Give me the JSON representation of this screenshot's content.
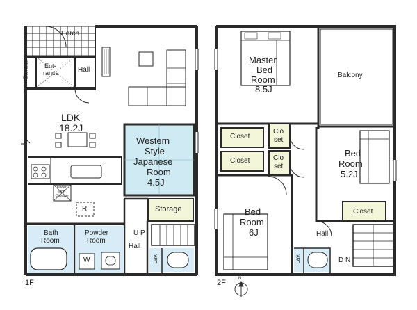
{
  "floor1": {
    "floor_label": "1F",
    "rooms": {
      "porch": "Porch",
      "entrance": [
        "Ent-",
        "rance"
      ],
      "storage_vertical": "Storage",
      "hall_top": "Hall",
      "ldk": [
        "LDK",
        "18.2J"
      ],
      "western_japanese": [
        "Western",
        "Style",
        "Japanese",
        "Room",
        "4.5J"
      ],
      "storage": "Storage",
      "bath": [
        "Bath",
        "Room"
      ],
      "powder": [
        "Powder",
        "Room"
      ],
      "hall_bottom": "Hall",
      "up": "U P",
      "lav": "Lav.",
      "underfloor": [
        "Under",
        "floor",
        "Storage"
      ],
      "w": "W",
      "r": "R"
    }
  },
  "floor2": {
    "floor_label": "2F",
    "rooms": {
      "master": [
        "Master",
        "Bed",
        "Room",
        "8.5J"
      ],
      "balcony": "Balcony",
      "closet1": "Closet",
      "closet2": "Closet",
      "closet_small1": [
        "Clo",
        "set"
      ],
      "closet_small2": [
        "Clo",
        "set"
      ],
      "bed52": [
        "Bed",
        "Room",
        "5.2J"
      ],
      "closet3": "Closet",
      "bed6": [
        "Bed",
        "Room",
        "6J"
      ],
      "hall": "Hall",
      "lav": "Lav.",
      "dn": "D N"
    }
  },
  "north_label": "N",
  "colors": {
    "wall": "#2a2a2a",
    "japanese_room": "#cfeaf2",
    "closet_fill": "#f3f6d9",
    "wet_area": "#d7ecf7",
    "entrance_fill": "#ffffff"
  }
}
